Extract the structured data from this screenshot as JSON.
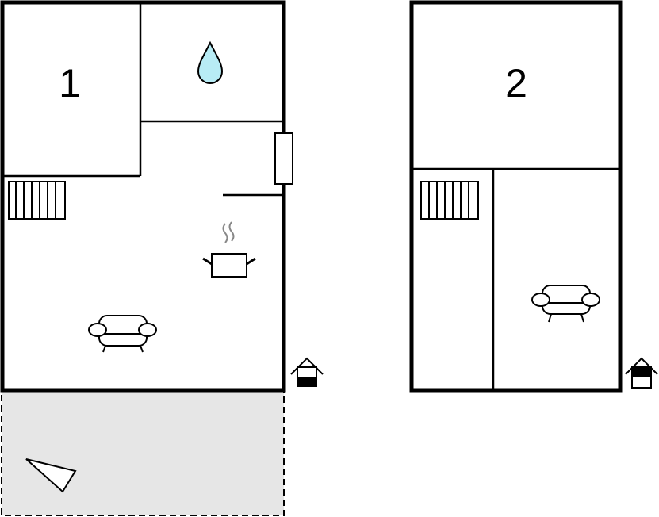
{
  "floors": [
    {
      "rooms": [
        {
          "kind": "bedroom",
          "label": "1"
        },
        {
          "kind": "bathroom",
          "icon": "water-drop-icon"
        },
        {
          "kind": "living-kitchen",
          "icons": [
            "radiator-icon",
            "cooking-pot-icon",
            "sofa-icon"
          ]
        },
        {
          "kind": "terrace",
          "icon": "direction-triangle-icon"
        }
      ],
      "level_icon": "ground-floor-house-icon"
    },
    {
      "rooms": [
        {
          "kind": "bedroom",
          "label": "2"
        },
        {
          "kind": "room",
          "icon": "radiator-icon"
        },
        {
          "kind": "living-room",
          "icon": "sofa-icon"
        }
      ],
      "level_icon": "upper-floor-house-icon"
    }
  ],
  "colors": {
    "wall": "#000000",
    "water": "#b8ecf5",
    "terrace": "#e6e6e6",
    "steam": "#888888"
  }
}
